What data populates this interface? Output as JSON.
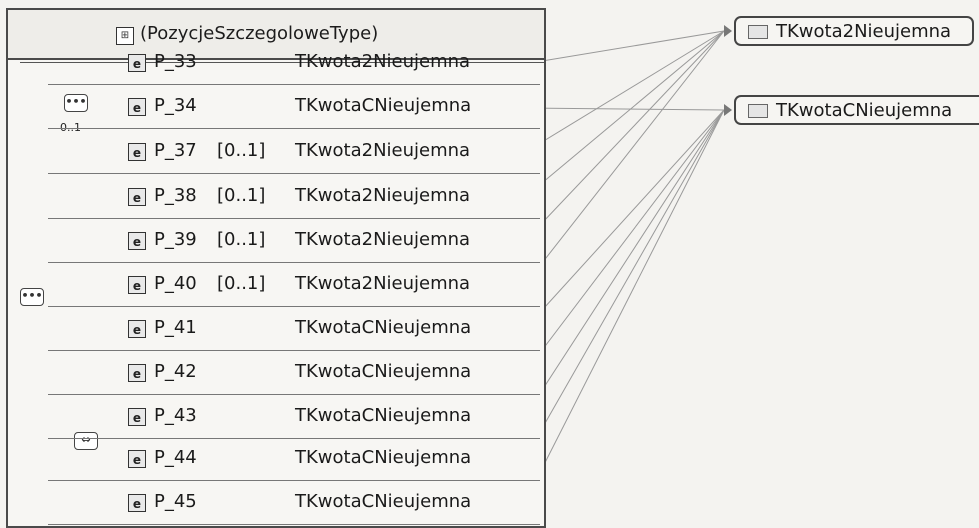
{
  "type_box": {
    "title": "(PozycjeSzczegoloweType)",
    "icon": "complex-type-icon"
  },
  "compositors": {
    "main": {
      "symbol": "•••"
    },
    "seq_p33_p34": {
      "symbol": "•••",
      "cardinality": "0..1"
    },
    "choice_p43_p44": {
      "symbol": "⇔"
    }
  },
  "elements": [
    {
      "name": "P_33",
      "cardinality": "",
      "type": "TKwota2Nieujemna"
    },
    {
      "name": "P_34",
      "cardinality": "",
      "type": "TKwotaCNieujemna"
    },
    {
      "name": "P_37",
      "cardinality": "[0..1]",
      "type": "TKwota2Nieujemna"
    },
    {
      "name": "P_38",
      "cardinality": "[0..1]",
      "type": "TKwota2Nieujemna"
    },
    {
      "name": "P_39",
      "cardinality": "[0..1]",
      "type": "TKwota2Nieujemna"
    },
    {
      "name": "P_40",
      "cardinality": "[0..1]",
      "type": "TKwota2Nieujemna"
    },
    {
      "name": "P_41",
      "cardinality": "",
      "type": "TKwotaCNieujemna"
    },
    {
      "name": "P_42",
      "cardinality": "",
      "type": "TKwotaCNieujemna"
    },
    {
      "name": "P_43",
      "cardinality": "",
      "type": "TKwotaCNieujemna"
    },
    {
      "name": "P_44",
      "cardinality": "",
      "type": "TKwotaCNieujemna"
    },
    {
      "name": "P_45",
      "cardinality": "",
      "type": "TKwotaCNieujemna"
    }
  ],
  "element_icon_letter": "e",
  "targets": [
    {
      "label": "TKwota2Nieujemna"
    },
    {
      "label": "TKwotaCNieujemna"
    }
  ]
}
